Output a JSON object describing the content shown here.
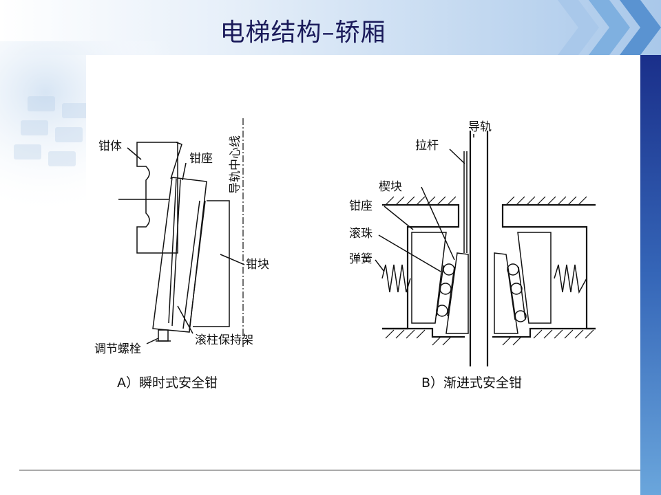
{
  "slide": {
    "title": "电梯结构–轿厢"
  },
  "figure_a": {
    "labels": {
      "body": "钳体",
      "seat": "钳座",
      "centerline": "导轨中心线",
      "block": "钳块",
      "roller_frame": "滚柱保持架",
      "adjust_bolt": "调节螺栓"
    },
    "caption": "A）瞬时式安全钳"
  },
  "figure_b": {
    "labels": {
      "guide_rail": "导轨",
      "pull_rod": "拉杆",
      "wedge": "楔块",
      "seat": "钳座",
      "roller": "滚珠",
      "spring": "弹簧"
    },
    "caption": "B）渐进式安全钳"
  },
  "colors": {
    "title": "#1a1a5a",
    "sidebar_dark": "#1a2f8a",
    "sidebar_light": "#5b9bd6",
    "banner": "#cfe0f2"
  }
}
